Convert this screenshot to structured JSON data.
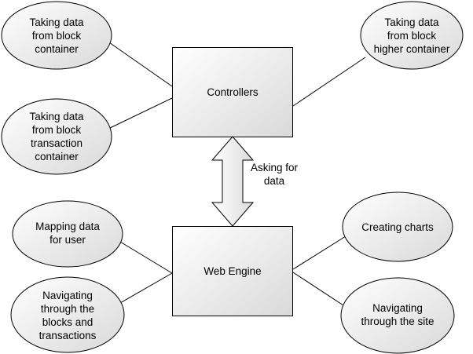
{
  "colors": {
    "stroke": "#000000",
    "box_fill_light": "#ffffff",
    "box_fill_dark": "#d9d9d9",
    "arrow_fill_light": "#ffffff",
    "arrow_fill_dark": "#dcdcdc"
  },
  "boxes": {
    "controllers": {
      "label": "Controllers"
    },
    "web_engine": {
      "label": "Web Engine"
    }
  },
  "arrow": {
    "label": "Asking for\ndata"
  },
  "ellipses": {
    "block_container": {
      "label": "Taking data\nfrom block\ncontainer"
    },
    "block_transaction_container": {
      "label": "Taking data\nfrom block\ntransaction\ncontainer"
    },
    "block_higher_container": {
      "label": "Taking data\nfrom block\nhigher container"
    },
    "mapping_data": {
      "label": "Mapping data\nfor user"
    },
    "navigating_blocks": {
      "label": "Navigating\nthrough the\nblocks and\ntransactions"
    },
    "creating_charts": {
      "label": "Creating charts"
    },
    "navigating_site": {
      "label": "Navigating\nthrough the site"
    }
  }
}
